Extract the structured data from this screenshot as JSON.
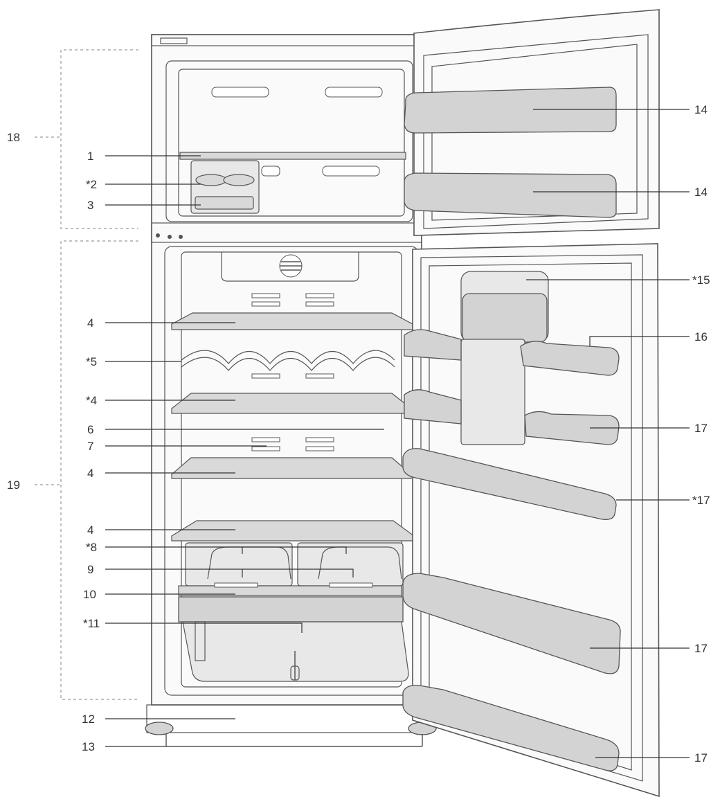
{
  "labels": {
    "l18": "18",
    "l1": "1",
    "l2": "*2",
    "l3": "3",
    "l4a": "4",
    "l5": "*5",
    "l4b": "*4",
    "l6": "6",
    "l7": "7",
    "l4c": "4",
    "l19": "19",
    "l4d": "4",
    "l8": "*8",
    "l9": "9",
    "l10": "10",
    "l11": "*11",
    "l12": "12",
    "l13": "13",
    "l14a": "14",
    "l14b": "14",
    "l15": "*15",
    "l16": "16",
    "l17a": "17",
    "l17b": "*17",
    "l17c": "17",
    "l17d": "17"
  }
}
